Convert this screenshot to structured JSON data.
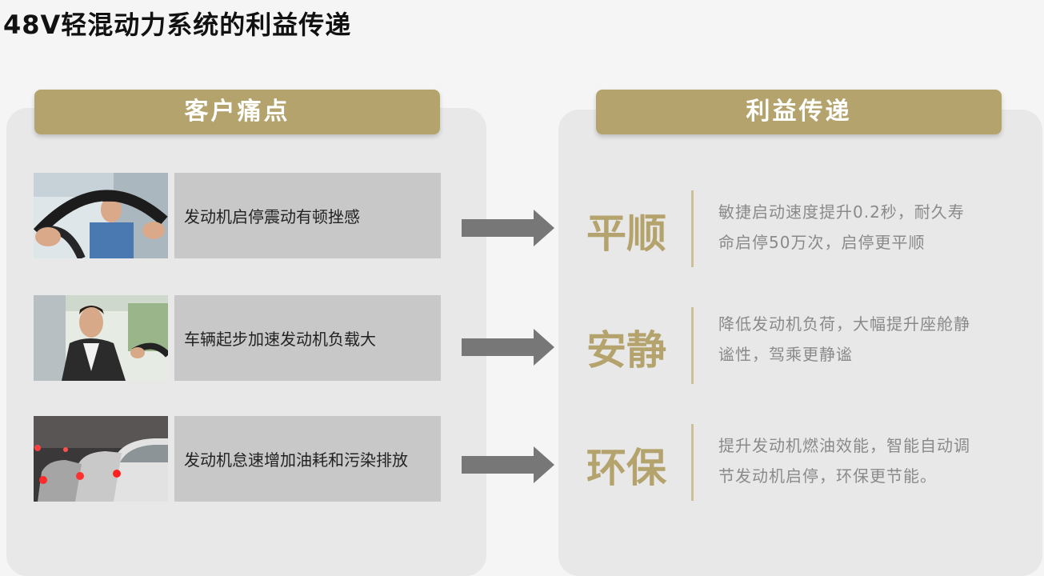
{
  "title": "48V轻混动力系统的利益传递",
  "left_panel": {
    "header": "客户痛点",
    "items": [
      {
        "text": "发动机启停震动有顿挫感"
      },
      {
        "text": "车辆起步加速发动机负载大"
      },
      {
        "text": "发动机怠速增加油耗和污染排放"
      }
    ]
  },
  "right_panel": {
    "header": "利益传递",
    "items": [
      {
        "keyword": "平顺",
        "lines": [
          "敏捷启动速度提升0.2秒，耐久寿",
          "命启停50万次，启停更平顺"
        ]
      },
      {
        "keyword": "安静",
        "lines": [
          "降低发动机负荷，大幅提升座舱静",
          "谧性，驾乘更静谧"
        ]
      },
      {
        "keyword": "环保",
        "lines": [
          "提升发动机燃油效能，智能自动调",
          "节发动机启停，环保更节能。"
        ]
      }
    ]
  },
  "colors": {
    "accent_gold": "#b4a36c",
    "panel_bg": "#e8e8e8",
    "pain_box": "#c8c8c8",
    "arrow": "#777777"
  },
  "icons": {
    "arrow": "right-arrow-icon",
    "photo_1": "driver-steering-wheel-photo",
    "photo_2": "smiling-driver-photo",
    "photo_3": "traffic-jam-photo"
  }
}
